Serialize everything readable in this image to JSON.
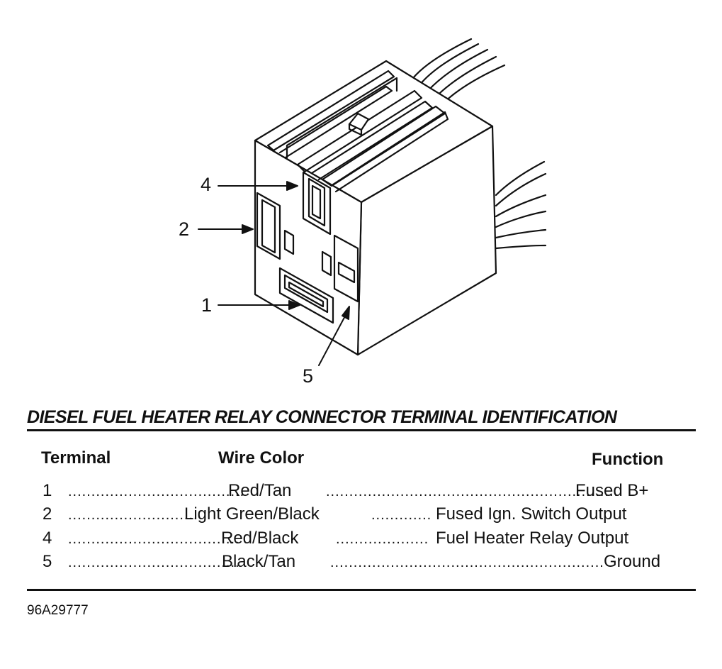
{
  "diagram": {
    "callouts": [
      "4",
      "2",
      "1",
      "5"
    ]
  },
  "title": "DIESEL FUEL HEATER RELAY CONNECTOR TERMINAL IDENTIFICATION",
  "table": {
    "headers": {
      "terminal": "Terminal",
      "wire_color": "Wire Color",
      "function": "Function"
    },
    "rows": [
      {
        "terminal": "1",
        "wire_color": "Red/Tan",
        "function": "Fused B+"
      },
      {
        "terminal": "2",
        "wire_color": "Light Green/Black",
        "function": "Fused Ign. Switch Output"
      },
      {
        "terminal": "4",
        "wire_color": "Red/Black",
        "function": "Fuel Heater Relay Output"
      },
      {
        "terminal": "5",
        "wire_color": "Black/Tan",
        "function": "Ground"
      }
    ]
  },
  "reference_code": "96A29777"
}
